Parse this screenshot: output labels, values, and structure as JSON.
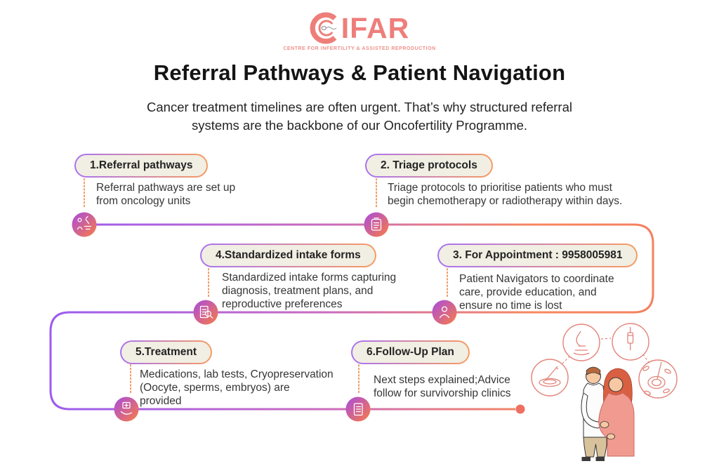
{
  "brand": {
    "name": "CIFAR",
    "logo_rest": "IFAR",
    "tagline": "CENTRE FOR INFERTILITY & ASSISTED REPRODUCTION",
    "coral": "#ee7e7a"
  },
  "header": {
    "title": "Referral Pathways & Patient Navigation",
    "subtitle_line1": "Cancer treatment timelines are often urgent. That’s why structured referral",
    "subtitle_line2": "systems are the backbone of our Oncofertility Programme."
  },
  "steps": [
    {
      "label": "1.Referral pathways",
      "description": "Referral pathways are set up\nfrom oncology units",
      "icon": "oncology-referral-icon"
    },
    {
      "label": "2. Triage protocols",
      "description": "Triage protocols to prioritise patients who must\nbegin chemotherapy or radiotherapy within days.",
      "icon": "triage-clipboard-icon"
    },
    {
      "label": "3. For Appointment : 9958005981",
      "description": "Patient Navigators to coordinate\ncare, provide education, and\nensure no time is lost",
      "icon": "patient-navigator-icon"
    },
    {
      "label": "4.Standardized intake forms",
      "description": "Standardized intake forms capturing\ndiagnosis, treatment plans, and\nreproductive preferences",
      "icon": "document-search-icon"
    },
    {
      "label": "5.Treatment",
      "description": "Medications, lab tests, Cryopreservation\n(Oocyte, sperms, embryos) are\nprovided",
      "icon": "hand-medkit-icon"
    },
    {
      "label": "6.Follow-Up Plan",
      "description": "Next steps explained;Advice\nfollow for survivorship clinics",
      "icon": "followup-checklist-icon"
    }
  ],
  "colors": {
    "path_purple": "#9c5bf0",
    "path_orange": "#f8875e",
    "badge_background": "#f1eee3",
    "node_gradient_start": "#a84be0",
    "node_gradient_end": "#f97c45",
    "dotted_connector": "#f09a62",
    "end_dot": "#ed7062",
    "illustration_coral": "#e2837a"
  }
}
